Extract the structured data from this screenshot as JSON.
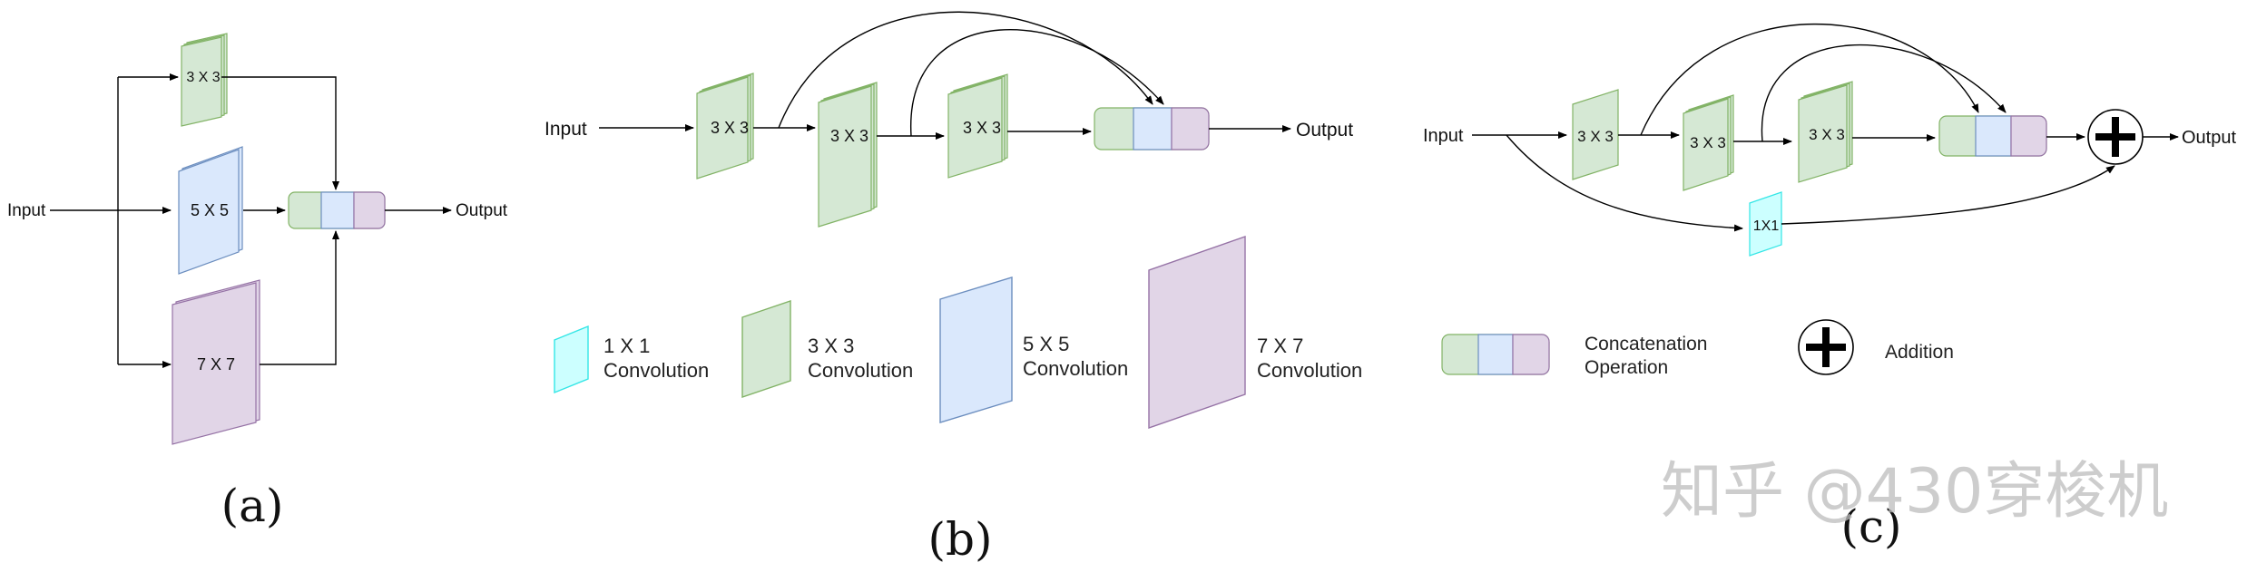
{
  "colors": {
    "conv3_fill": "#d5e8d4",
    "conv3_stroke": "#82b366",
    "conv5_fill": "#dae8fc",
    "conv5_stroke": "#6c8ebf",
    "conv7_fill": "#e1d5e7",
    "conv7_stroke": "#9673a6",
    "conv1_fill": "#ccffff",
    "conv1_stroke": "#33e6e6",
    "line": "#000000"
  },
  "panel_a": {
    "input": "Input",
    "output": "Output",
    "conv3": "3 X 3",
    "conv5": "5 X 5",
    "conv7": "7 X 7",
    "caption": "(a)"
  },
  "panel_b": {
    "input": "Input",
    "output": "Output",
    "conv1": "3 X 3",
    "conv2": "3 X 3",
    "conv3": "3 X 3",
    "caption": "(b)"
  },
  "panel_c": {
    "input": "Input",
    "output": "Output",
    "conv1": "3 X 3",
    "conv2": "3 X 3",
    "conv3": "3 X 3",
    "conv1x1": "1X1",
    "caption": "(c)"
  },
  "legend": {
    "conv1": [
      "1 X 1",
      "Convolution"
    ],
    "conv3": [
      "3 X 3",
      "Convolution"
    ],
    "conv5": [
      "5 X 5",
      "Convolution"
    ],
    "conv7": [
      "7 X 7",
      "Convolution"
    ],
    "concat": [
      "Concatenation",
      "Operation"
    ],
    "addition": "Addition"
  },
  "watermark": "知乎 @430穿梭机"
}
